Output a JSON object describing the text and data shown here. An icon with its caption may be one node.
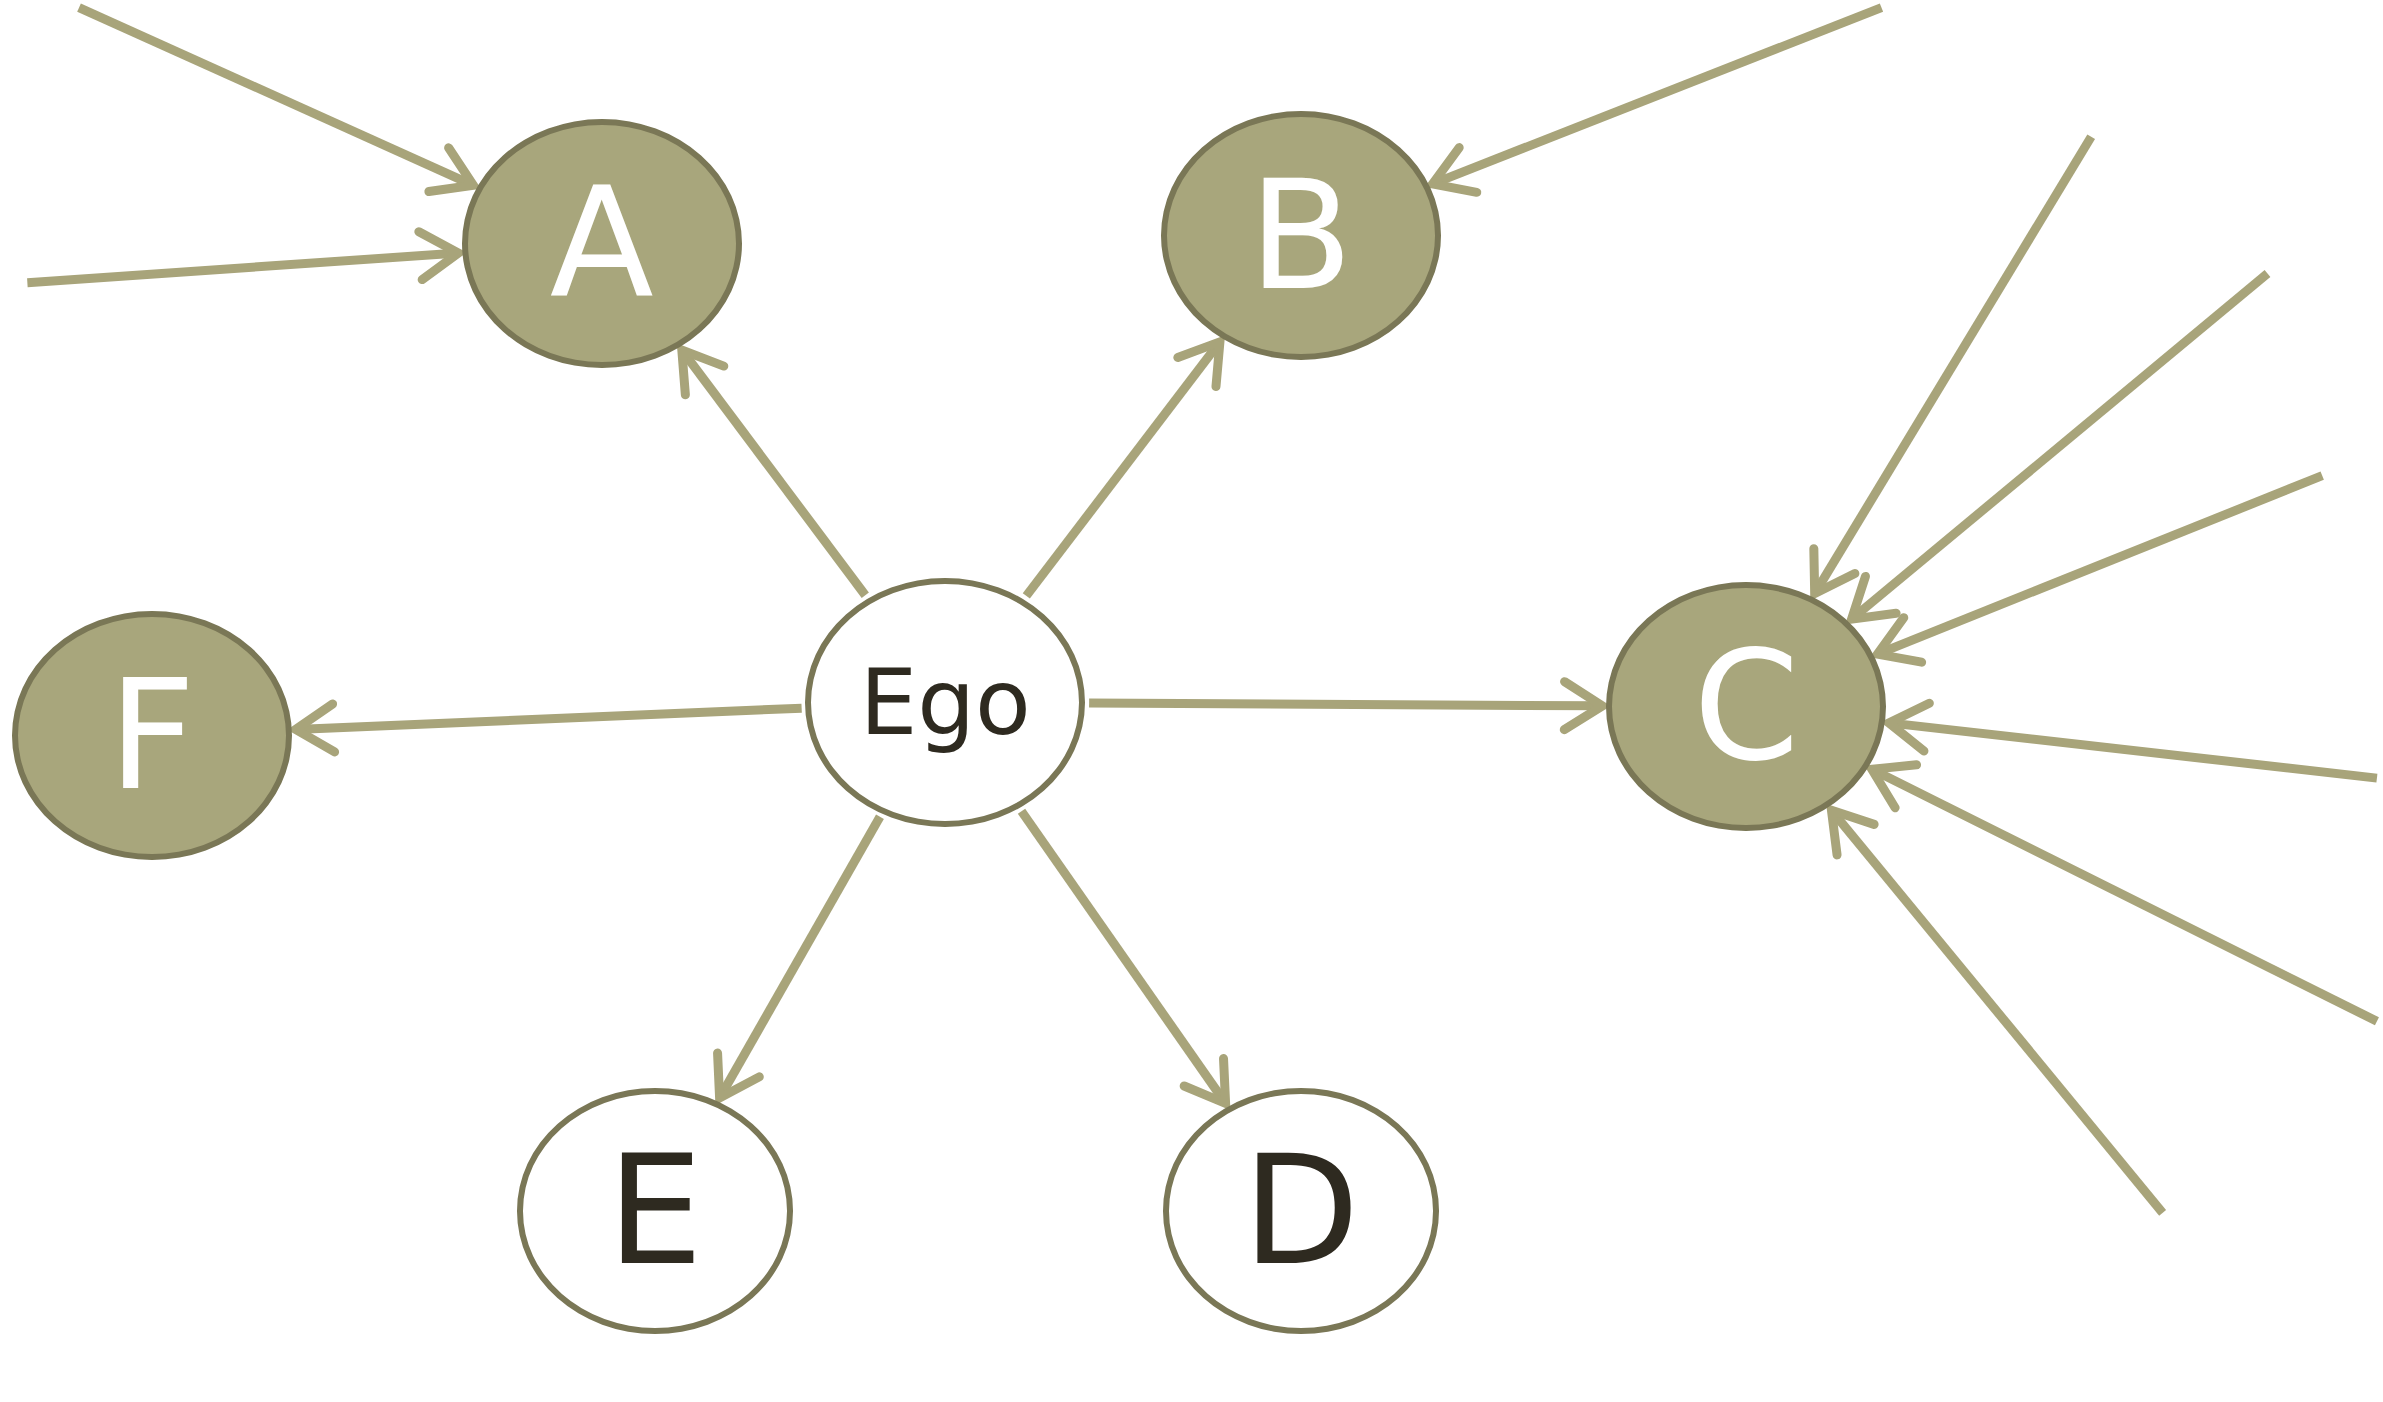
{
  "diagram": {
    "nodes": [
      {
        "text": [
          "A"
        ]
      },
      {
        "text": [
          "B"
        ]
      },
      {
        "text": [
          "F"
        ]
      },
      {
        "text": [
          "Ego"
        ]
      },
      {
        "text": [
          "C"
        ]
      },
      {
        "text": [
          "E"
        ]
      },
      {
        "text": [
          "D"
        ]
      }
    ],
    "edges": [
      {
        "from": 3,
        "to": 0,
        "arrow": "to"
      },
      {
        "from": 3,
        "to": 1,
        "arrow": "to"
      },
      {
        "from": 3,
        "to": 2,
        "arrow": "to"
      },
      {
        "from": 3,
        "to": 4,
        "arrow": "to"
      },
      {
        "from": 3,
        "to": 5,
        "arrow": "to"
      },
      {
        "from": 3,
        "to": 6,
        "arrow": "to"
      },
      {
        "from": null,
        "to": 0,
        "arrow": "to"
      },
      {
        "from": null,
        "to": 0,
        "arrow": "to"
      },
      {
        "from": null,
        "to": 1,
        "arrow": "to"
      },
      {
        "from": null,
        "to": 4,
        "arrow": "to"
      },
      {
        "from": null,
        "to": 4,
        "arrow": "to"
      },
      {
        "from": null,
        "to": 4,
        "arrow": "to"
      },
      {
        "from": null,
        "to": 4,
        "arrow": "to"
      },
      {
        "from": null,
        "to": 4,
        "arrow": "to"
      },
      {
        "from": null,
        "to": 4,
        "arrow": "to"
      }
    ]
  }
}
